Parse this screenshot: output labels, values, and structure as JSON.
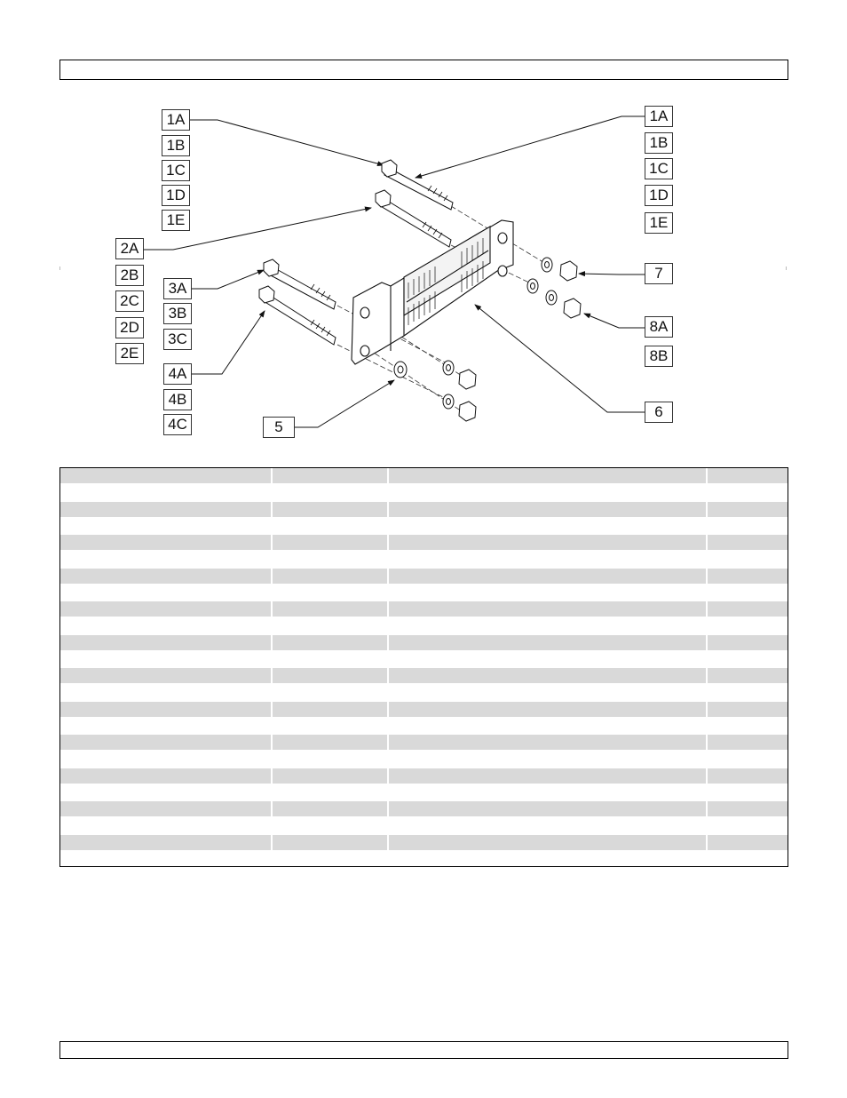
{
  "header": {
    "text": ""
  },
  "footer": {
    "text": ""
  },
  "diagram": {
    "title": "",
    "callouts": {
      "left_1": [
        "1A",
        "1B",
        "1C",
        "1D",
        "1E"
      ],
      "right_1": [
        "1A",
        "1B",
        "1C",
        "1D",
        "1E"
      ],
      "left_2": [
        "2A",
        "2B",
        "2C",
        "2D",
        "2E"
      ],
      "left_3": [
        "3A",
        "3B",
        "3C"
      ],
      "left_4": [
        "4A",
        "4B",
        "4C"
      ],
      "item_5": "5",
      "item_6": "6",
      "item_7": "7",
      "right_8": [
        "8A",
        "8B"
      ]
    }
  },
  "parts_table": {
    "columns": [
      "",
      "",
      "",
      ""
    ],
    "rows": [
      [
        "",
        "",
        "",
        ""
      ],
      [
        "",
        "",
        "",
        ""
      ],
      [
        "",
        "",
        "",
        ""
      ],
      [
        "",
        "",
        "",
        ""
      ],
      [
        "",
        "",
        "",
        ""
      ],
      [
        "",
        "",
        "",
        ""
      ],
      [
        "",
        "",
        "",
        ""
      ],
      [
        "",
        "",
        "",
        ""
      ],
      [
        "",
        "",
        "",
        ""
      ],
      [
        "",
        "",
        "",
        ""
      ],
      [
        "",
        "",
        "",
        ""
      ],
      [
        "",
        "",
        "",
        ""
      ]
    ],
    "shade_color": "#d9d9d9"
  }
}
